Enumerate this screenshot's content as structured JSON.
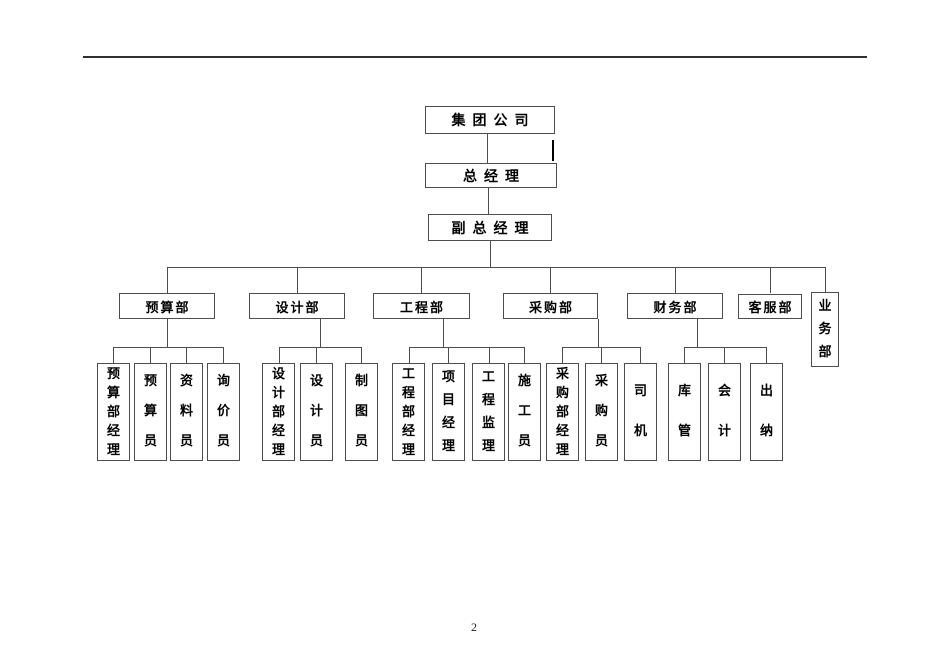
{
  "page": {
    "number": "2"
  },
  "colors": {
    "background": "#ffffff",
    "box_border": "#4d4d4d",
    "connector_line": "#4d4d4d",
    "text": "#000000"
  },
  "org": {
    "top": [
      {
        "label": "集团公司"
      },
      {
        "label": "总经理"
      },
      {
        "label": "副总经理"
      }
    ],
    "departments": [
      {
        "label": "预算部",
        "children": [
          "预算部经理",
          "预算员",
          "资料员",
          "询价员"
        ]
      },
      {
        "label": "设计部",
        "children": [
          "设计部经理",
          "设计员",
          "制图员"
        ]
      },
      {
        "label": "工程部",
        "children": [
          "工程部经理",
          "项目经理",
          "工程监理",
          "施工员"
        ]
      },
      {
        "label": "采购部",
        "children": [
          "采购部经理",
          "采购员",
          "司机"
        ]
      },
      {
        "label": "财务部",
        "children": [
          "库管",
          "会计",
          "出纳"
        ]
      },
      {
        "label": "客服部",
        "children": []
      },
      {
        "label": "业务部",
        "children": []
      }
    ]
  }
}
